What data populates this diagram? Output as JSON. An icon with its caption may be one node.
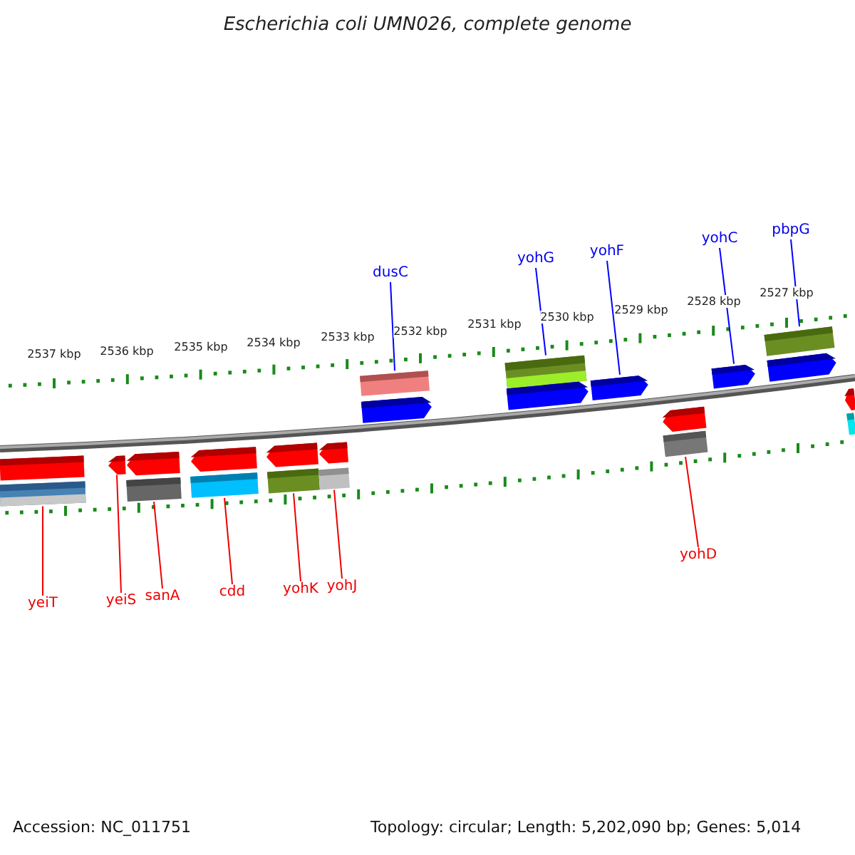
{
  "diagram": {
    "title": "Escherichia coli UMN026, complete genome",
    "nodes": [
      {
        "text": [
          "dusC"
        ]
      },
      {
        "text": [
          "yohG"
        ]
      },
      {
        "text": [
          "yohF"
        ]
      },
      {
        "text": [
          "yohC"
        ]
      },
      {
        "text": [
          "pbpG"
        ]
      },
      {
        "text": [
          "yeiT"
        ]
      },
      {
        "text": [
          "yeiS"
        ]
      },
      {
        "text": [
          "sanA"
        ]
      },
      {
        "text": [
          "cdd"
        ]
      },
      {
        "text": [
          "yohK"
        ]
      },
      {
        "text": [
          "yohJ"
        ]
      },
      {
        "text": [
          "yohD"
        ]
      },
      {
        "text": [],
        "shape": "bar"
      },
      {
        "text": [],
        "shape": "bar"
      },
      {
        "text": [],
        "shape": "bar"
      },
      {
        "text": [],
        "shape": "pentagon"
      },
      {
        "text": [],
        "shape": "pentagon"
      },
      {
        "text": [],
        "shape": "pentagon"
      },
      {
        "text": [],
        "shape": "pentagon"
      },
      {
        "text": [],
        "shape": "pentagon"
      },
      {
        "text": [],
        "shape": "pentagon"
      },
      {
        "text": [],
        "shape": "pentagon"
      },
      {
        "text": [],
        "shape": "pentagon"
      },
      {
        "text": [],
        "shape": "pentagon"
      },
      {
        "text": [],
        "shape": "pentagon"
      },
      {
        "text": [],
        "shape": "pentagon"
      },
      {
        "text": [],
        "shape": "pentagon"
      },
      {
        "text": [],
        "shape": "pentagon"
      },
      {
        "text": [],
        "shape": "bar"
      },
      {
        "text": [],
        "shape": "bar"
      },
      {
        "text": [],
        "shape": "bar"
      },
      {
        "text": [],
        "shape": "bar"
      },
      {
        "text": [],
        "shape": "bar"
      },
      {
        "text": [],
        "shape": "bar"
      },
      {
        "text": [],
        "shape": "bar"
      }
    ],
    "edges": [
      {
        "from": 0,
        "to": 12,
        "arrow": "none",
        "color": "#0000ff"
      },
      {
        "from": 1,
        "to": 13,
        "arrow": "none",
        "color": "#0000ff"
      },
      {
        "from": 2,
        "to": 17,
        "arrow": "none",
        "color": "#0000ff"
      },
      {
        "from": 3,
        "to": 18,
        "arrow": "none",
        "color": "#0000ff"
      },
      {
        "from": 4,
        "to": 14,
        "arrow": "none",
        "color": "#0000ff"
      },
      {
        "from": 5,
        "to": 28,
        "arrow": "none"
      },
      {
        "from": 6,
        "to": 21,
        "arrow": "none"
      },
      {
        "from": 7,
        "to": 29,
        "arrow": "none"
      },
      {
        "from": 8,
        "to": 30,
        "arrow": "none"
      },
      {
        "from": 9,
        "to": 31,
        "arrow": "none"
      },
      {
        "from": 10,
        "to": 32,
        "arrow": "none"
      },
      {
        "from": 11,
        "to": 33,
        "arrow": "none"
      }
    ],
    "labels": [
      "2537 kbp",
      "2536 kbp",
      "2535 kbp",
      "2534 kbp",
      "2533 kbp",
      "2532 kbp",
      "2531 kbp",
      "2530 kbp",
      "2529 kbp",
      "2528 kbp",
      "2527 kbp",
      "Accession: NC_011751",
      "Topology: circular; Length: 5,202,090 bp; Genes: 5,014"
    ]
  }
}
